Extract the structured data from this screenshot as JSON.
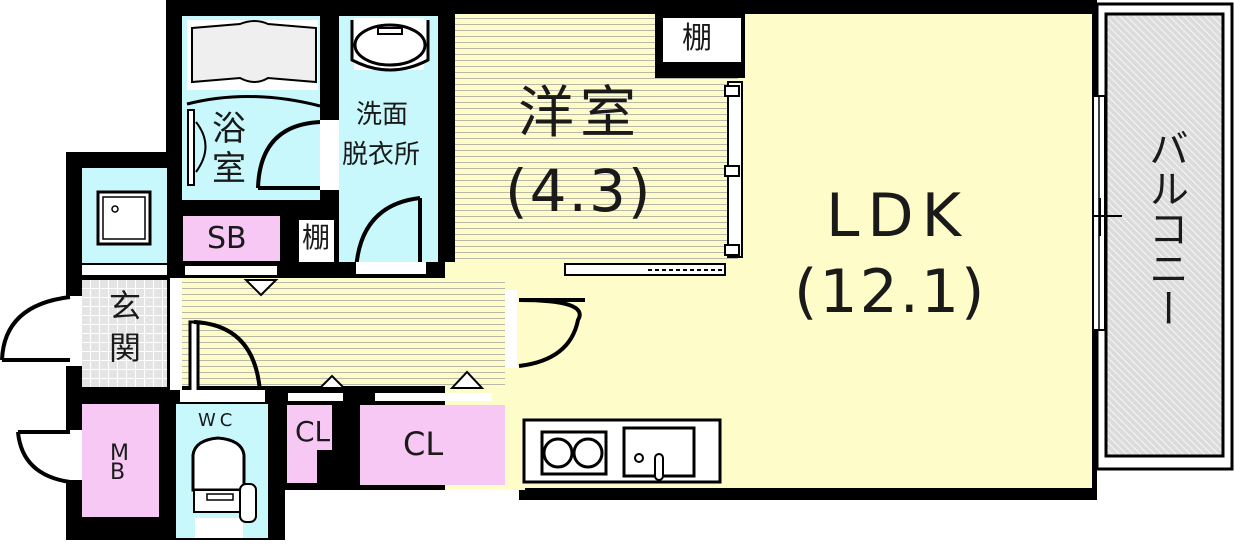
{
  "plan": {
    "colors": {
      "wall": "#000000",
      "wet_area": "#c8f8fc",
      "storage": "#f8c8f4",
      "living": "#fefcc8",
      "entrance": "#d8d8d8",
      "balcony": "#d8d8d8",
      "fixture": "#ffffff"
    },
    "rooms": {
      "western_room": {
        "label": "洋室",
        "size": "(4.3)"
      },
      "ldk": {
        "label": "LDK",
        "size": "(12.1)"
      },
      "balcony": {
        "label": "バルコニー"
      },
      "bathroom": {
        "label_line1": "浴",
        "label_line2": "室"
      },
      "washroom": {
        "label_line1": "洗面",
        "label_line2": "脱衣所"
      },
      "entrance": {
        "label_line1": "玄",
        "label_line2": "関"
      },
      "shoe_box": {
        "label": "SB"
      },
      "shelf_small": {
        "label": "棚"
      },
      "shelf_western": {
        "label": "棚"
      },
      "meter_box": {
        "label_line1": "M",
        "label_line2": "B"
      },
      "toilet": {
        "label": "WC"
      },
      "closet_small": {
        "label": "CL"
      },
      "closet_large": {
        "label": "CL"
      }
    },
    "fixtures": [
      "bathtub-icon",
      "washbasin-icon",
      "washing-machine-pan-icon",
      "toilet-icon",
      "stove-icon",
      "sink-icon"
    ]
  }
}
